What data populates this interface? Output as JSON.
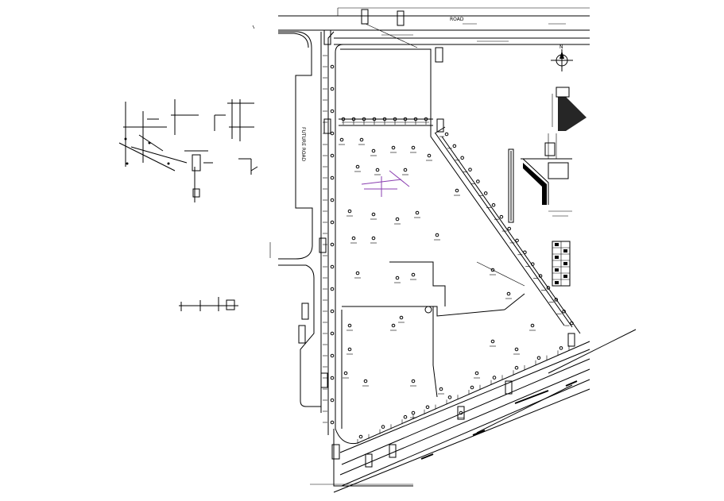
{
  "labels": {
    "road_top": "ROAD",
    "future_road": "FUTURE ROAD",
    "north": "N"
  },
  "colors": {
    "linework": "#000000",
    "background": "#ffffff",
    "accent_purple": "#8a3fb0"
  },
  "icons": [
    "north-arrow-icon"
  ]
}
